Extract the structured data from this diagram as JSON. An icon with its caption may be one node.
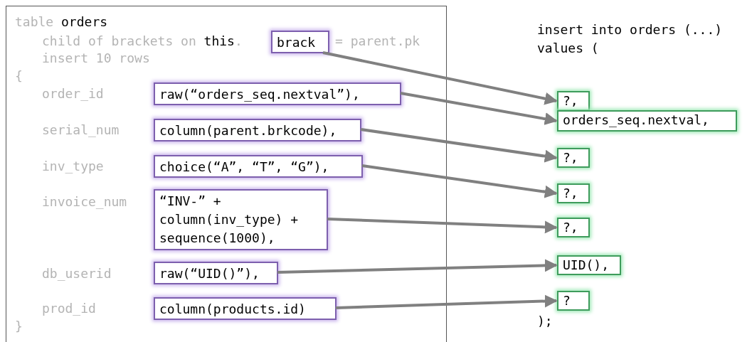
{
  "diagram": {
    "nodes": [
      {
        "text": [
          "table **orders**",
          "child of brackets on **this**.",
          "= parent.pk",
          "insert 10 rows",
          "{",
          "order_id",
          "serial_num",
          "inv_type",
          "invoice_num",
          "db_userid",
          "prod_id",
          "}"
        ]
      },
      {
        "text": [
          "brack"
        ],
        "in": 0
      },
      {
        "text": [
          "raw(“orders_seq.nextval”),"
        ],
        "in": 0
      },
      {
        "text": [
          "column(parent.brkcode),"
        ],
        "in": 0
      },
      {
        "text": [
          "choice(“A”, “T”, “G”),"
        ],
        "in": 0
      },
      {
        "text": [
          "“INV-” + column(inv_type) + sequence(1000),"
        ],
        "in": 0
      },
      {
        "text": [
          "raw(“UID()”),"
        ],
        "in": 0
      },
      {
        "text": [
          "column(products.id)"
        ],
        "in": 0
      },
      {
        "text": [
          "?,"
        ]
      },
      {
        "text": [
          "orders_seq.nextval,"
        ]
      },
      {
        "text": [
          "?,"
        ]
      },
      {
        "text": [
          "?,"
        ]
      },
      {
        "text": [
          "?,"
        ]
      },
      {
        "text": [
          "UID(),"
        ]
      },
      {
        "text": [
          "?"
        ]
      }
    ],
    "edges": [
      {
        "from": 1,
        "to": 8,
        "arrow": "to"
      },
      {
        "from": 2,
        "to": 9,
        "arrow": "to"
      },
      {
        "from": 3,
        "to": 10,
        "arrow": "to"
      },
      {
        "from": 4,
        "to": 11,
        "arrow": "to"
      },
      {
        "from": 5,
        "to": 12,
        "arrow": "to"
      },
      {
        "from": 6,
        "to": 13,
        "arrow": "to"
      },
      {
        "from": 7,
        "to": 14,
        "arrow": "to"
      }
    ],
    "labels": [
      "insert into orders (...)",
      "values (",
      ");"
    ]
  }
}
